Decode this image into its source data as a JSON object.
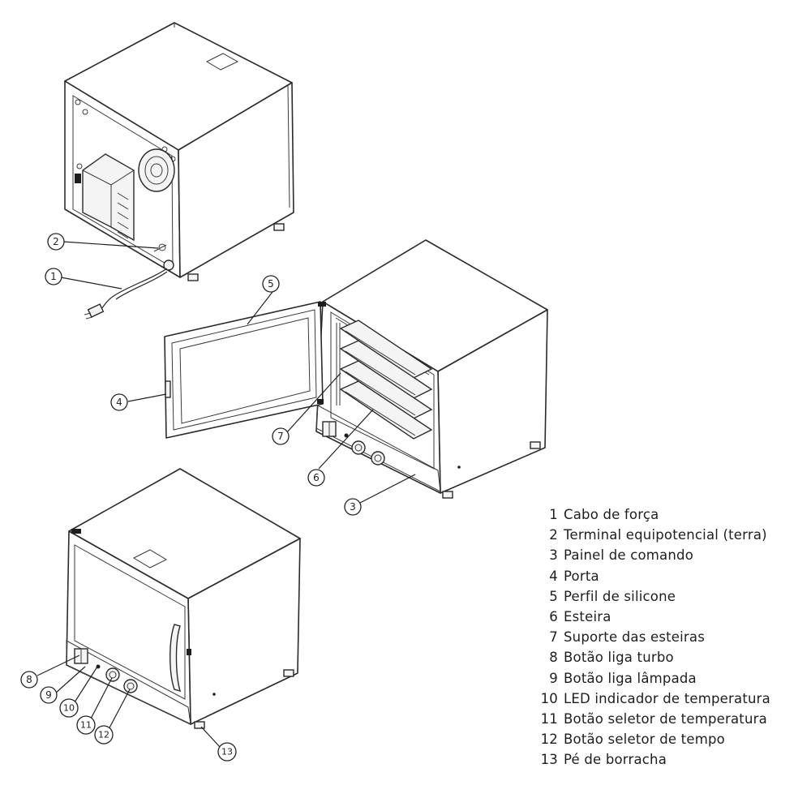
{
  "legend": [
    {
      "num": "1",
      "label": "Cabo de força"
    },
    {
      "num": "2",
      "label": "Terminal equipotencial (terra)"
    },
    {
      "num": "3",
      "label": "Painel de comando"
    },
    {
      "num": "4",
      "label": "Porta"
    },
    {
      "num": "5",
      "label": "Perfil de silicone"
    },
    {
      "num": "6",
      "label": "Esteira"
    },
    {
      "num": "7",
      "label": "Suporte das esteiras"
    },
    {
      "num": "8",
      "label": "Botão liga turbo"
    },
    {
      "num": "9",
      "label": "Botão liga lâmpada"
    },
    {
      "num": "10",
      "label": "LED indicador de temperatura"
    },
    {
      "num": "11",
      "label": "Botão seletor de temperatura"
    },
    {
      "num": "12",
      "label": "Botão seletor de tempo"
    },
    {
      "num": "13",
      "label": "Pé de borracha"
    }
  ],
  "callouts": [
    "1",
    "2",
    "3",
    "4",
    "5",
    "6",
    "7",
    "8",
    "9",
    "10",
    "11",
    "12",
    "13"
  ]
}
